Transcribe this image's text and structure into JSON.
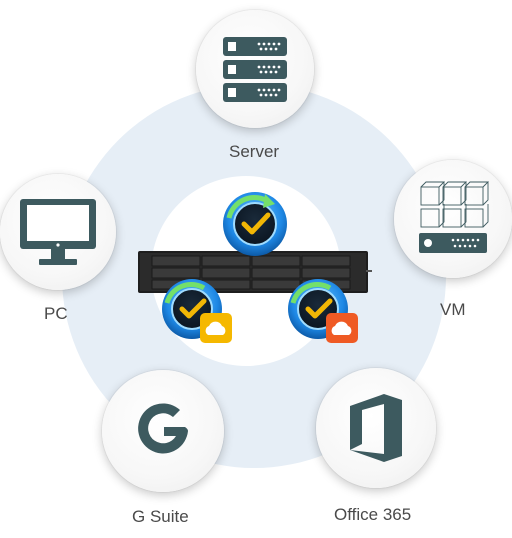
{
  "nodes": {
    "server": {
      "label": "Server",
      "icon": "server-rack-icon"
    },
    "vm": {
      "label": "VM",
      "icon": "virtual-machine-icon"
    },
    "pc": {
      "label": "PC",
      "icon": "desktop-monitor-icon"
    },
    "gsuite": {
      "label": "G Suite",
      "icon": "g-suite-icon"
    },
    "office365": {
      "label": "Office 365",
      "icon": "office-365-icon"
    }
  },
  "center": {
    "device": "nas-rackmount-icon",
    "badges": [
      "backup-sync-icon",
      "backup-cloud-icon",
      "backup-cloud-icon"
    ]
  },
  "colors": {
    "icon": "#3d5a5f",
    "ring": "#e6eef6",
    "label": "#4a4a4a",
    "badge_blue": "#1e88e5",
    "badge_check": "#f2b705",
    "cloud_yellow": "#f5b800",
    "cloud_orange": "#ef5a24"
  }
}
